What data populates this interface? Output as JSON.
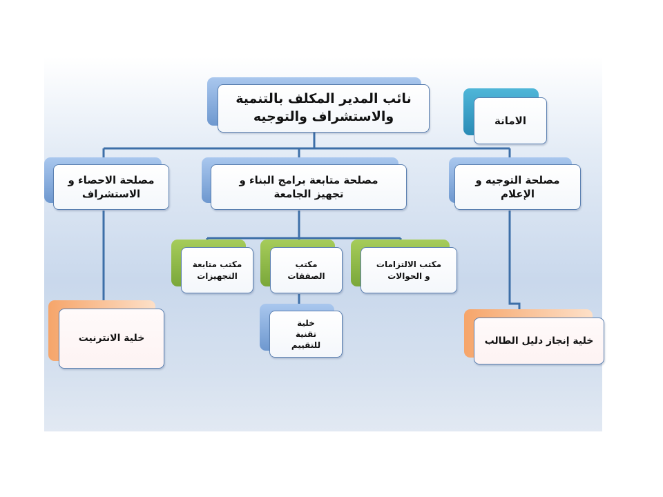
{
  "chart": {
    "root": {
      "title": "نائب المدير المكلف بالتنمية والاستشراف والتوجيه"
    },
    "secretariat": {
      "title": "الامانة"
    },
    "departments": [
      {
        "title": "مصلحة الاحصاء و الاستشراف"
      },
      {
        "title": "مصلحة متابعة برامج البناء و تجهيز الجامعة"
      },
      {
        "title": "مصلحة التوجيه و الإعلام"
      }
    ],
    "offices": [
      {
        "title": "مكتب متابعة التجهيزات"
      },
      {
        "title": "مكتب الصفقات"
      },
      {
        "title": "مكتب الالتزامات و الحوالات"
      }
    ],
    "cells": [
      {
        "title": "خلية الانترنيت"
      },
      {
        "title": "خلية تقنية للتقييم"
      },
      {
        "title": "خلية إنجاز دليل الطالب"
      }
    ]
  },
  "colors": {
    "line": "#3d6fa8",
    "root": "#8fb3e3",
    "secretariat": "#2f95c0",
    "office": "#8cb84a",
    "cell": "#f6a56a"
  }
}
